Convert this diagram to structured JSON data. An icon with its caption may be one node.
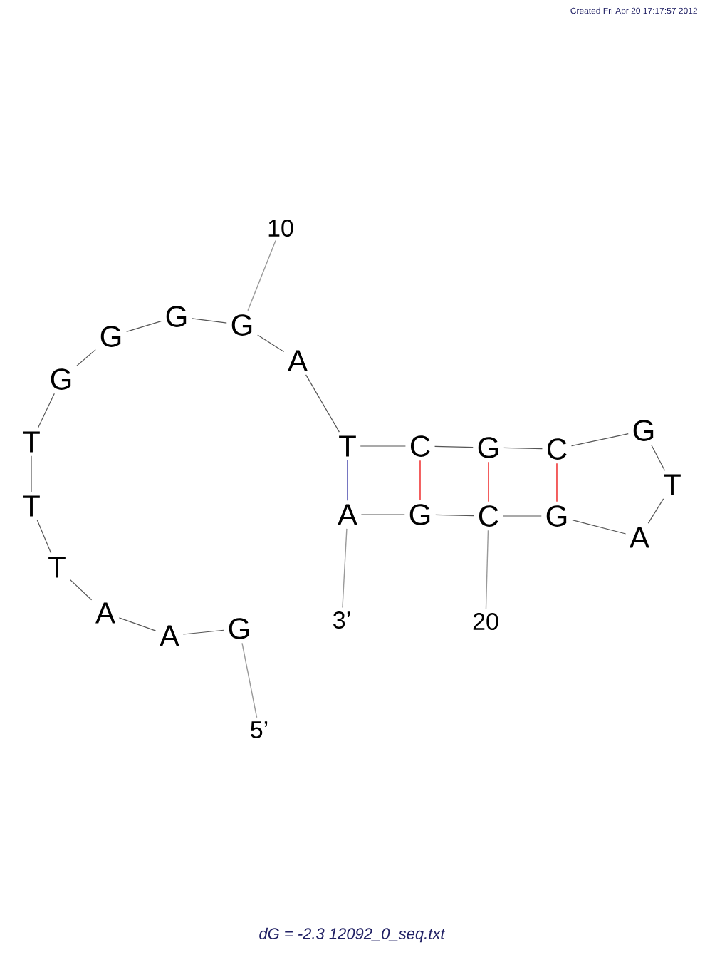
{
  "diagram": {
    "caption": "dG = -2.3 12092_0_seq.txt",
    "nodes": [
      {
        "text": [
          "5’"
        ]
      },
      {
        "text": [
          "G"
        ]
      },
      {
        "text": [
          "A"
        ]
      },
      {
        "text": [
          "A"
        ]
      },
      {
        "text": [
          "T"
        ]
      },
      {
        "text": [
          "T"
        ]
      },
      {
        "text": [
          "T"
        ]
      },
      {
        "text": [
          "G"
        ]
      },
      {
        "text": [
          "G"
        ]
      },
      {
        "text": [
          "G"
        ]
      },
      {
        "text": [
          "G"
        ]
      },
      {
        "text": [
          "A"
        ]
      },
      {
        "text": [
          "T"
        ]
      },
      {
        "text": [
          "C"
        ]
      },
      {
        "text": [
          "G"
        ]
      },
      {
        "text": [
          "C"
        ]
      },
      {
        "text": [
          "G"
        ]
      },
      {
        "text": [
          "T"
        ]
      },
      {
        "text": [
          "A"
        ]
      },
      {
        "text": [
          "G"
        ]
      },
      {
        "text": [
          "C"
        ]
      },
      {
        "text": [
          "G"
        ]
      },
      {
        "text": [
          "A"
        ]
      },
      {
        "text": [
          "3’"
        ]
      },
      {
        "text": [
          "10"
        ]
      },
      {
        "text": [
          "20"
        ]
      }
    ],
    "edges": [
      {
        "from": 0,
        "to": 1,
        "arrow": "none",
        "color": "#999999"
      },
      {
        "from": 1,
        "to": 2,
        "arrow": "none"
      },
      {
        "from": 2,
        "to": 3,
        "arrow": "none"
      },
      {
        "from": 3,
        "to": 4,
        "arrow": "none"
      },
      {
        "from": 4,
        "to": 5,
        "arrow": "none"
      },
      {
        "from": 5,
        "to": 6,
        "arrow": "none"
      },
      {
        "from": 6,
        "to": 7,
        "arrow": "none"
      },
      {
        "from": 7,
        "to": 8,
        "arrow": "none"
      },
      {
        "from": 8,
        "to": 9,
        "arrow": "none"
      },
      {
        "from": 9,
        "to": 10,
        "arrow": "none"
      },
      {
        "from": 10,
        "to": 11,
        "arrow": "none"
      },
      {
        "from": 11,
        "to": 12,
        "arrow": "none"
      },
      {
        "from": 12,
        "to": 13,
        "arrow": "none"
      },
      {
        "from": 13,
        "to": 14,
        "arrow": "none"
      },
      {
        "from": 14,
        "to": 15,
        "arrow": "none"
      },
      {
        "from": 15,
        "to": 16,
        "arrow": "none"
      },
      {
        "from": 16,
        "to": 17,
        "arrow": "none"
      },
      {
        "from": 17,
        "to": 18,
        "arrow": "none"
      },
      {
        "from": 18,
        "to": 19,
        "arrow": "none"
      },
      {
        "from": 19,
        "to": 20,
        "arrow": "none"
      },
      {
        "from": 20,
        "to": 21,
        "arrow": "none"
      },
      {
        "from": 21,
        "to": 22,
        "arrow": "none"
      },
      {
        "from": 22,
        "to": 23,
        "arrow": "none",
        "color": "#999999"
      },
      {
        "from": 12,
        "to": 22,
        "arrow": "none",
        "color": "#4040a8"
      },
      {
        "from": 13,
        "to": 21,
        "arrow": "none",
        "color": "#ee1c1c"
      },
      {
        "from": 14,
        "to": 20,
        "arrow": "none",
        "color": "#ee1c1c"
      },
      {
        "from": 15,
        "to": 19,
        "arrow": "none",
        "color": "#ee1c1c"
      },
      {
        "from": 24,
        "to": 10,
        "arrow": "none",
        "color": "#999999"
      },
      {
        "from": 25,
        "to": 20,
        "arrow": "none",
        "color": "#999999"
      }
    ],
    "labels": [
      "Created Fri Apr 20 17:17:57 2012"
    ]
  }
}
